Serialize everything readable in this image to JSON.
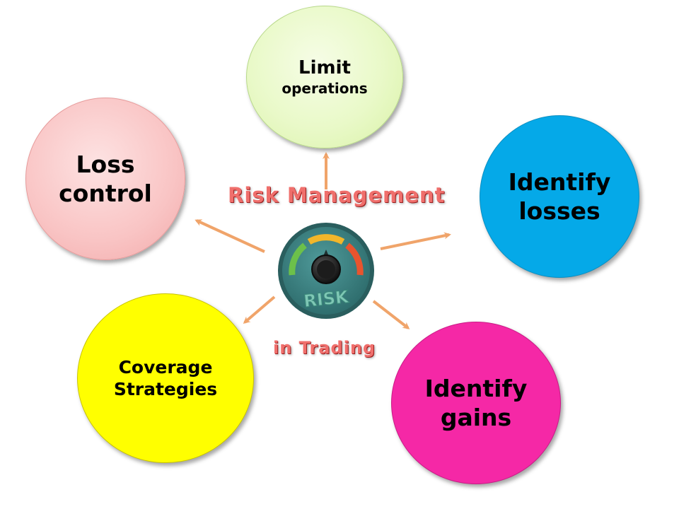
{
  "diagram": {
    "title": "Risk Management",
    "subtitle": "in Trading",
    "center_badge": "RISK",
    "nodes": [
      {
        "id": "limit",
        "lines": [
          "Limit",
          "operations"
        ],
        "color": "#e9f9c8"
      },
      {
        "id": "loss-control",
        "lines": [
          "Loss",
          "control"
        ],
        "color": "#f9c4c4"
      },
      {
        "id": "identify-losses",
        "lines": [
          "Identify",
          "losses"
        ],
        "color": "#05a9e8"
      },
      {
        "id": "coverage",
        "lines": [
          "Coverage",
          "Strategies"
        ],
        "color": "#ffff00"
      },
      {
        "id": "identify-gains",
        "lines": [
          "Identify",
          "gains"
        ],
        "color": "#f528a6"
      }
    ],
    "arrow_color": "#f0a46a",
    "gauge_colors": {
      "ring": "#2f6e6e",
      "face": "#3d8282",
      "green": "#6cc04a",
      "yellow": "#f2b62a",
      "red": "#e8542e"
    }
  }
}
